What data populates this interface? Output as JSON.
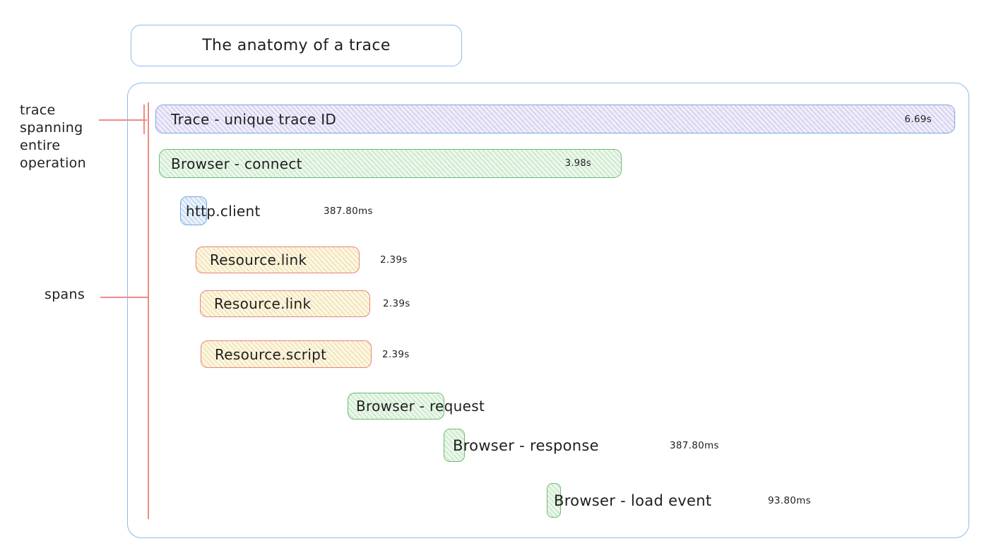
{
  "title": "The anatomy of a trace",
  "annotations": {
    "trace_note": "trace\nspanning\nentire\noperation",
    "spans_note": "spans"
  },
  "trace_bar": {
    "label": "Trace - unique trace ID",
    "duration": "6.69s"
  },
  "spans": [
    {
      "label": "Browser - connect",
      "duration": "3.98s",
      "color": "green"
    },
    {
      "label": "http.client",
      "duration": "387.80ms",
      "color": "blue"
    },
    {
      "label": "Resource.link",
      "duration": "2.39s",
      "color": "yellow"
    },
    {
      "label": "Resource.link",
      "duration": "2.39s",
      "color": "yellow"
    },
    {
      "label": "Resource.script",
      "duration": "2.39s",
      "color": "yellow"
    },
    {
      "label": "Browser - request",
      "duration": "",
      "color": "green"
    },
    {
      "label": "Browser - response",
      "duration": "387.80ms",
      "color": "green"
    },
    {
      "label": "Browser - load event",
      "duration": "93.80ms",
      "color": "green"
    }
  ],
  "colors": {
    "trace_fill": "#f0edfa",
    "trace_border": "#7aa7dd",
    "green_border": "#6cbb71",
    "green_fill": "#ecf8ec",
    "blue_fill": "#eaf3fc",
    "yellow_fill": "#fcf7e2",
    "yellow_border": "#e8867c",
    "annotation_red": "#ee8c84",
    "frame_blue": "#8cbcec",
    "ink": "#1f1f1f"
  }
}
